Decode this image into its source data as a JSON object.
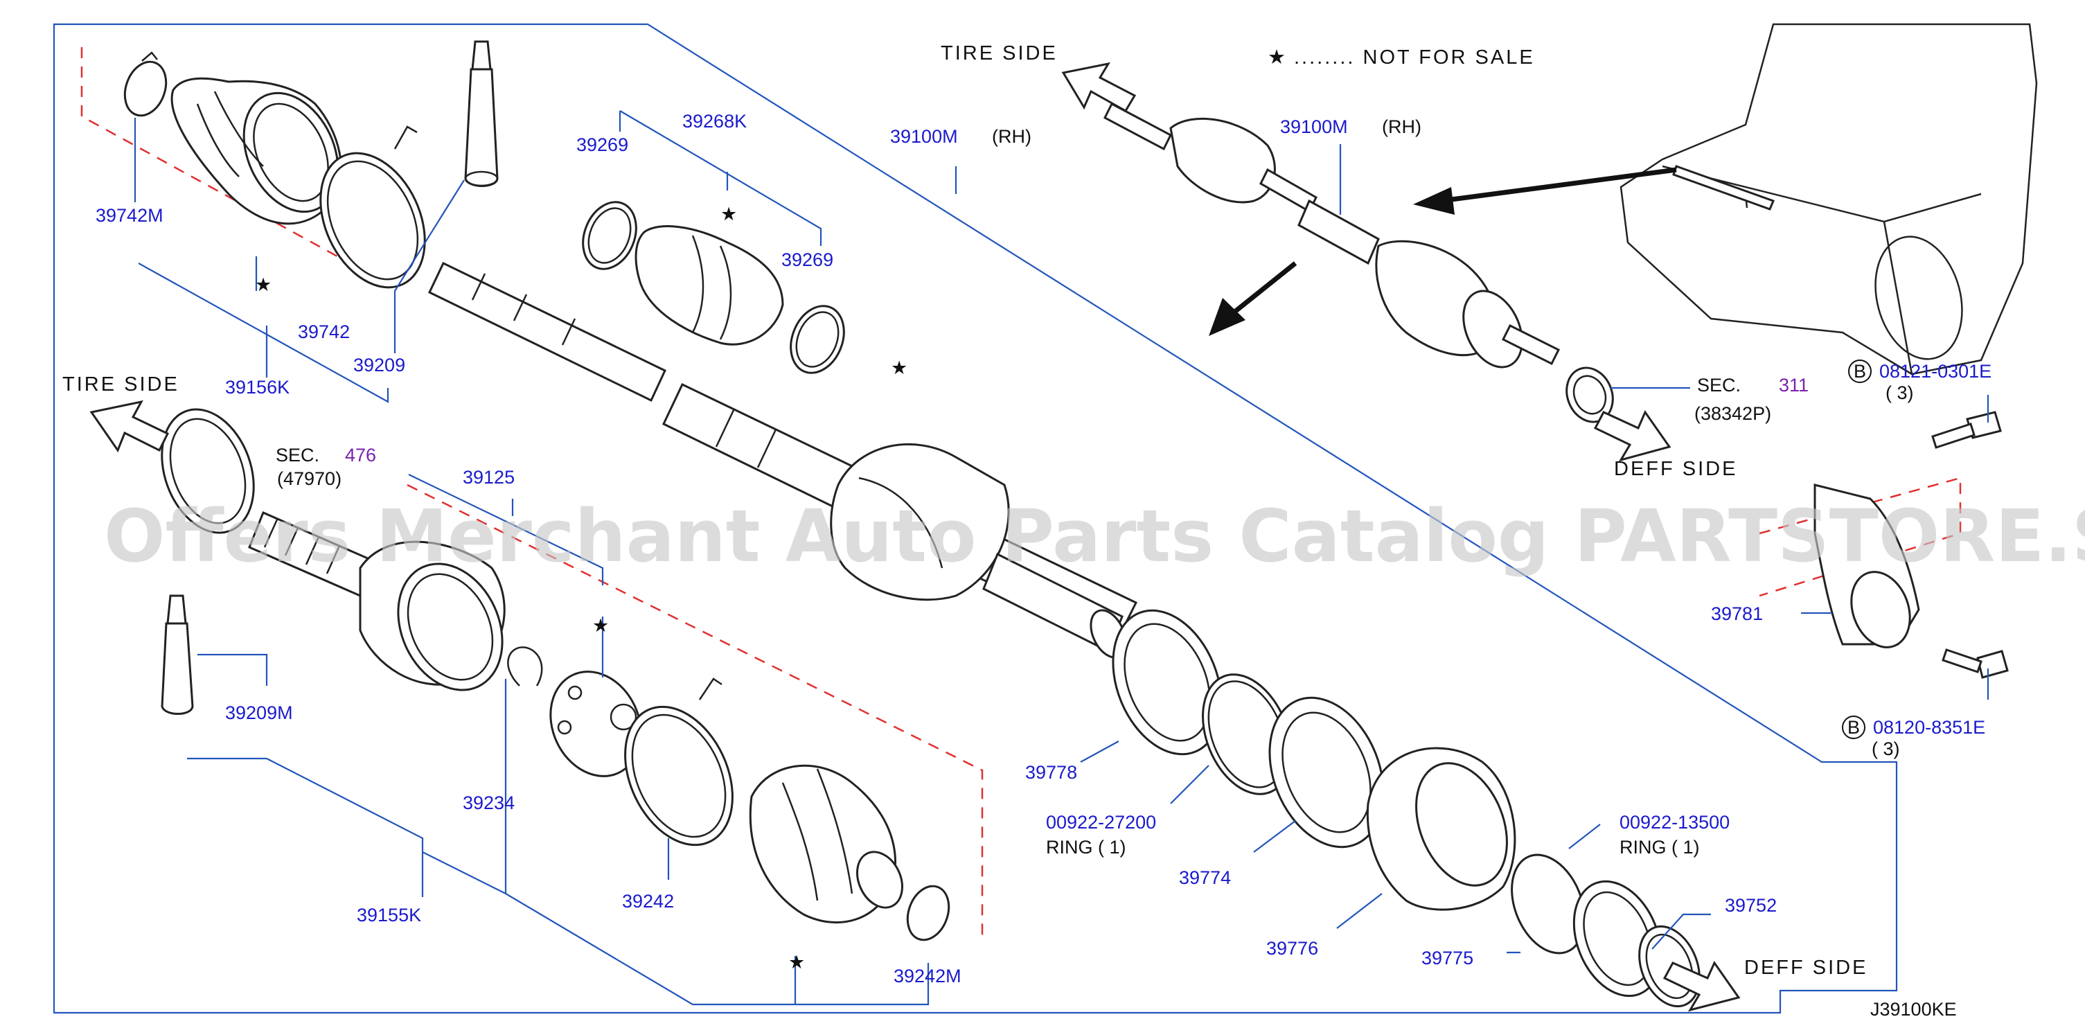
{
  "diagram_code": "J39100KE",
  "legend": {
    "star": "★",
    "text": "........  NOT  FOR  SALE"
  },
  "directions": {
    "tire_side_top": "TIRE  SIDE",
    "tire_side_left": "TIRE  SIDE",
    "deff_side_mid": "DEFF  SIDE",
    "deff_side_bottom": "DEFF  SIDE"
  },
  "watermark": "Offers Merchant Auto Parts Catalog PARTSTORE.SA",
  "parts": {
    "p39742M": "39742M",
    "p39742": "39742",
    "p39209": "39209",
    "p39156K": "39156K",
    "p39268K": "39268K",
    "p39269a": "39269",
    "p39269b": "39269",
    "p39100M_main": "39100M",
    "rh_main": "(RH)",
    "p39100M_top": "39100M",
    "rh_top": "(RH)",
    "p39125": "39125",
    "p39209M": "39209M",
    "p39234": "39234",
    "p39155K": "39155K",
    "p39242": "39242",
    "p39242M": "39242M",
    "p39778": "39778",
    "p00922_27200": "00922-27200",
    "ring1": "RING  ( 1)",
    "p39774": "39774",
    "p39776": "39776",
    "p39775": "39775",
    "p00922_13500": "00922-13500",
    "ring2": "RING  ( 1)",
    "p39752": "39752",
    "p39781": "39781",
    "sec476_prefix": "SEC.",
    "sec476_num": "476",
    "sec476_sub": "(47970)",
    "sec311_prefix": "SEC.",
    "sec311_num": "311",
    "sec311_sub": "(38342P)",
    "bolt1_letter": "B",
    "bolt1_code": "08121-0301E",
    "bolt1_qty": "( 3)",
    "bolt2_letter": "B",
    "bolt2_code": "08120-8351E",
    "bolt2_qty": "( 3)"
  },
  "colors": {
    "part_number": "#1a1acc",
    "section_number": "#7a22aa",
    "leader_line": "#2255bb",
    "phantom_line": "#e03030",
    "watermark": "#c8c8c8"
  }
}
